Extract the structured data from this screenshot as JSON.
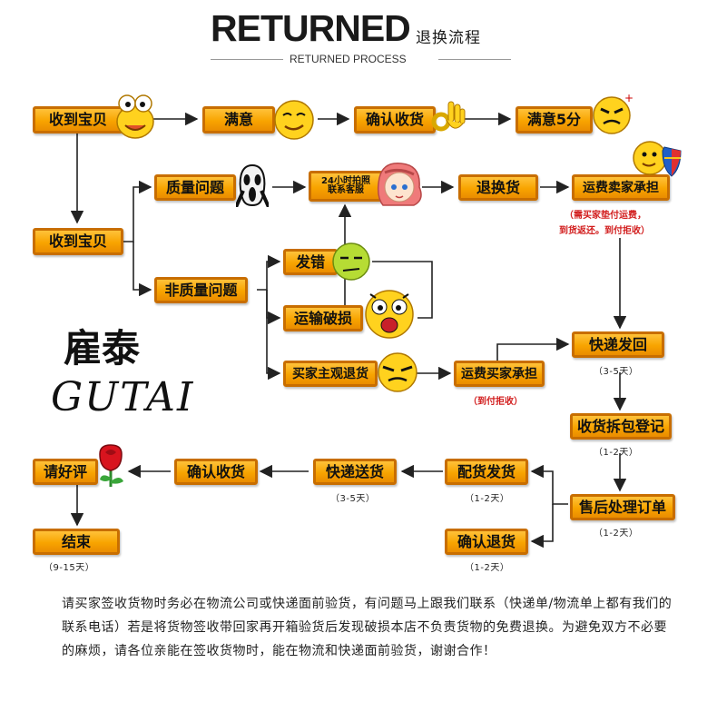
{
  "header": {
    "title": "RETURNED",
    "title_cn": "退换流程",
    "subtitle": "RETURNED PROCESS"
  },
  "nodes": {
    "receive_top": "收到宝贝",
    "satisfied": "满意",
    "confirm_receipt_top": "确认收货",
    "satisfied_5": "满意5分",
    "receive_left": "收到宝贝",
    "quality_issue": "质量问题",
    "cs_line1": "24小时拍照",
    "cs_line2": "联系客服",
    "return_exchange": "退换货",
    "seller_pays_freight": "运费卖家承担",
    "non_quality_issue": "非质量问题",
    "wrong_item": "发错",
    "shipping_damage": "运输破损",
    "buyer_subjective": "买家主观退货",
    "buyer_pays_freight": "运费买家承担",
    "express_return": "快递发回",
    "receive_register": "收货拆包登记",
    "aftersale_order": "售后处理订单",
    "ship_goods": "配货发货",
    "confirm_return": "确认退货",
    "express_delivery": "快递送货",
    "confirm_receipt_bottom": "确认收货",
    "please_review": "请好评",
    "end": "结束"
  },
  "notes": {
    "seller_note_1": "（需买家垫付运费，",
    "seller_note_2": "到货返还。到付拒收）",
    "buyer_note": "（到付拒收）",
    "express_return_days": "（3-5天）",
    "register_days": "（1-2天）",
    "aftersale_days": "（1-2天）",
    "ship_days": "（1-2天）",
    "confirm_return_days": "（1-2天）",
    "delivery_days": "（3-5天）",
    "end_days": "（9-15天）"
  },
  "brand": {
    "cn": "雇泰",
    "en": "GUTAI"
  },
  "footer": "请买家签收货物时务必在物流公司或快递面前验货，有问题马上跟我们联系（快递单/物流单上都有我们的联系电话）若是将货物签收带回家再开箱验货后发现破损本店不负责货物的免费退换。为避免双方不必要的麻烦，请各位亲能在签收货物时，能在物流和快递面前验货，谢谢合作！",
  "colors": {
    "node_fill": "#f8a400",
    "node_border": "#c86e00",
    "note_red": "#d21e1e",
    "emoji_yellow": "#ffd21e",
    "rose_red": "#d8141e"
  },
  "icons": [
    "frog-emoji-icon",
    "smug-emoji-icon",
    "ok-hand-icon",
    "angry-emoji-icon",
    "scream-mask-icon",
    "anime-girl-icon",
    "shield-emoji-icon",
    "green-emoji-icon",
    "shocked-emoji-icon",
    "sneer-emoji-icon",
    "rose-icon"
  ]
}
